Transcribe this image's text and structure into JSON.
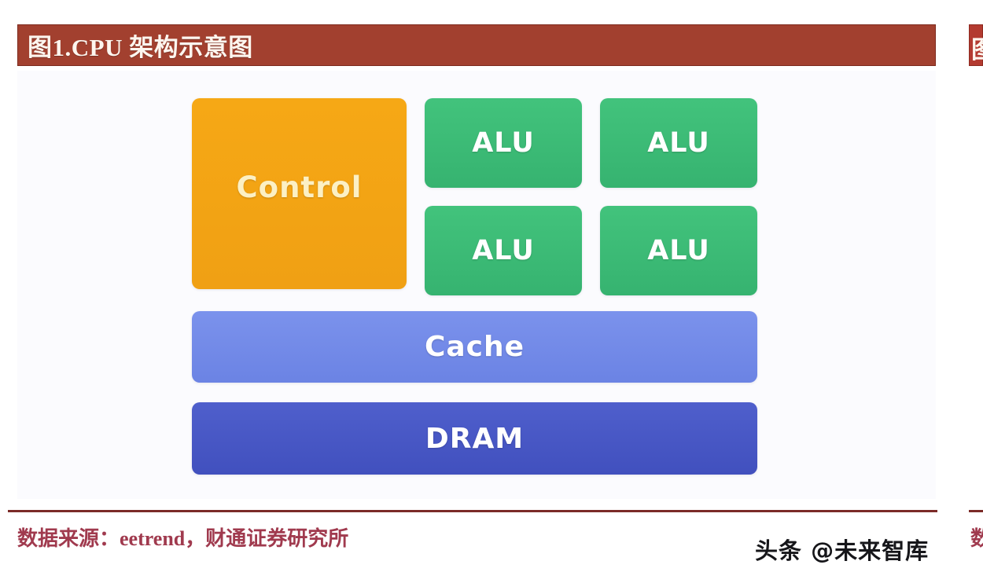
{
  "figure": {
    "title": "图1.CPU 架构示意图",
    "source": "数据来源：eetrend，财通证券研究所",
    "title_bar_color": "#A2402F",
    "source_text_color": "#A03A4E",
    "divider_color": "#7B2B28",
    "canvas_background": "#FBFBFE"
  },
  "diagram": {
    "type": "block-diagram",
    "subject": "CPU architecture",
    "blocks": [
      {
        "id": "control",
        "label": "Control",
        "color": "#F6A815",
        "text_color": "#FCF0C4",
        "role": "control-unit"
      },
      {
        "id": "alu-1",
        "label": "ALU",
        "color": "#42C37C",
        "text_color": "#FFFFFF",
        "role": "arithmetic-logic-unit"
      },
      {
        "id": "alu-2",
        "label": "ALU",
        "color": "#42C37C",
        "text_color": "#FFFFFF",
        "role": "arithmetic-logic-unit"
      },
      {
        "id": "alu-3",
        "label": "ALU",
        "color": "#42C37C",
        "text_color": "#FFFFFF",
        "role": "arithmetic-logic-unit"
      },
      {
        "id": "alu-4",
        "label": "ALU",
        "color": "#42C37C",
        "text_color": "#FFFFFF",
        "role": "arithmetic-logic-unit"
      },
      {
        "id": "cache",
        "label": "Cache",
        "color": "#7B92EC",
        "text_color": "#FFFFFF",
        "role": "cache-memory"
      },
      {
        "id": "dram",
        "label": "DRAM",
        "color": "#4F5FCC",
        "text_color": "#FFFFFF",
        "role": "main-memory"
      }
    ]
  },
  "watermark": {
    "text": "头条 @未来智库"
  },
  "adjacent_panel": {
    "title_fragment": "图",
    "source_fragment": "数",
    "title_bar_color": "#B33A30"
  }
}
